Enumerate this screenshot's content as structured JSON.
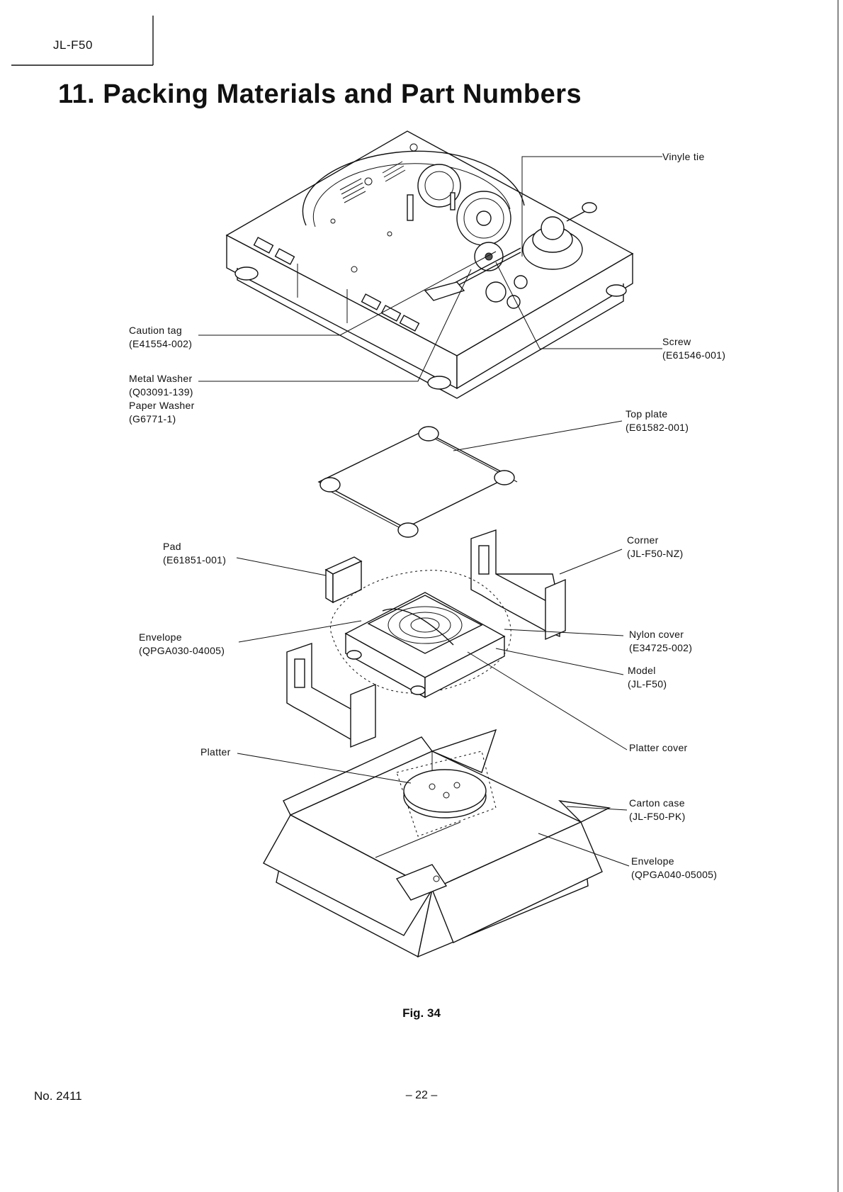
{
  "header": {
    "model_code": "JL-F50"
  },
  "title": "11. Packing Materials and Part Numbers",
  "labels": {
    "vinyle_tie": "Vinyle tie",
    "caution_tag_name": "Caution tag",
    "caution_tag_part": "(E41554-002)",
    "screw_name": "Screw",
    "screw_part": "(E61546-001)",
    "metal_washer_name": "Metal Washer",
    "metal_washer_part": "(Q03091-139)",
    "paper_washer_name": "Paper Washer",
    "paper_washer_part": "(G6771-1)",
    "top_plate_name": "Top plate",
    "top_plate_part": "(E61582-001)",
    "pad_name": "Pad",
    "pad_part": "(E61851-001)",
    "corner_name": "Corner",
    "corner_part": "(JL-F50-NZ)",
    "envelope1_name": "Envelope",
    "envelope1_part": "(QPGA030-04005)",
    "nylon_cover_name": "Nylon cover",
    "nylon_cover_part": "(E34725-002)",
    "model_name": "Model",
    "model_part": "(JL-F50)",
    "platter_name": "Platter",
    "platter_cover_name": "Platter cover",
    "carton_case_name": "Carton case",
    "carton_case_part": "(JL-F50-PK)",
    "envelope2_name": "Envelope",
    "envelope2_part": "(QPGA040-05005)"
  },
  "figure_caption": "Fig. 34",
  "footer": {
    "doc_number": "No. 2411",
    "page_number": "– 22 –"
  }
}
